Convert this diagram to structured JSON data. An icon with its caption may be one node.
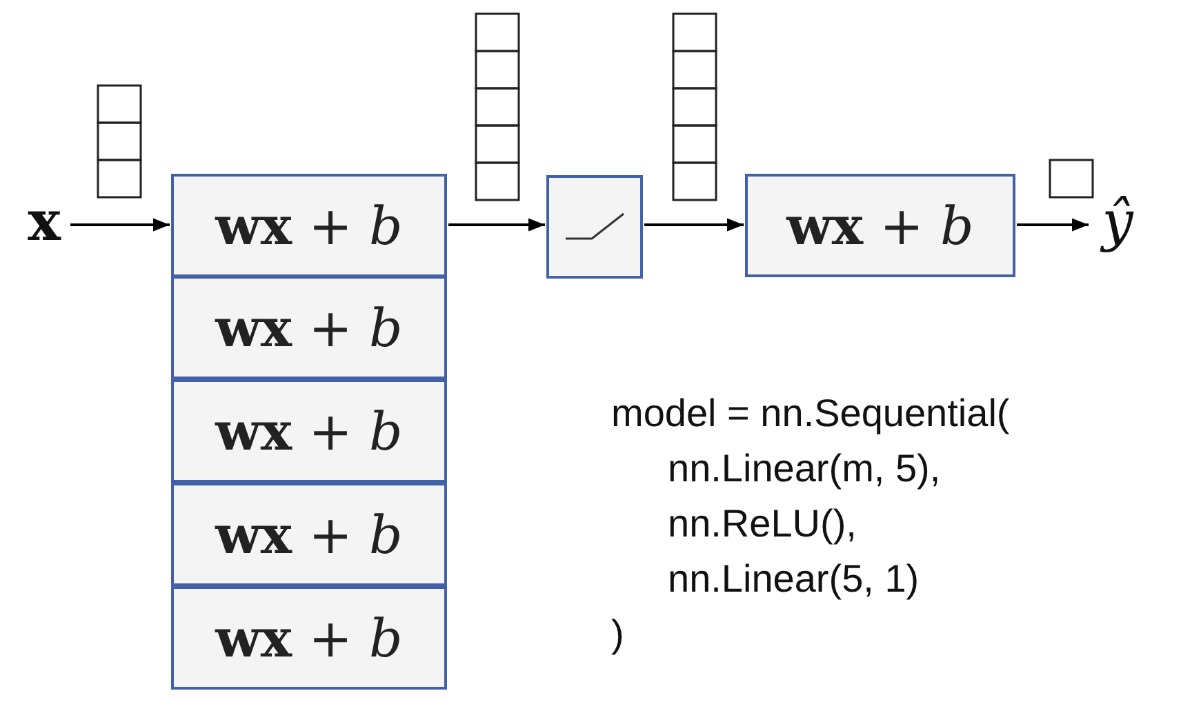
{
  "diagram": {
    "nodes": [
      {
        "text": [
          "x"
        ]
      },
      {
        "text": [
          "**wx** + *b*"
        ]
      },
      {
        "text": [
          "**wx** + *b*"
        ]
      },
      {
        "text": [
          "**wx** + *b*"
        ]
      },
      {
        "text": [
          "**wx** + *b*"
        ]
      },
      {
        "text": [
          "**wx** + *b*"
        ]
      },
      {
        "text": [],
        "shape": "box"
      },
      {
        "text": [
          "**wx** + *b*"
        ]
      },
      {
        "text": [
          "ŷ"
        ]
      }
    ],
    "edges": [
      {
        "from": 0,
        "to": 1,
        "arrow": "to"
      },
      {
        "from": 1,
        "to": 6,
        "arrow": "to"
      },
      {
        "from": 6,
        "to": 7,
        "arrow": "to"
      },
      {
        "from": 7,
        "to": 8,
        "arrow": "to"
      }
    ],
    "labels": [
      "model = nn.Sequential(",
      "nn.Linear(m, 5),",
      "nn.ReLU(),",
      "nn.Linear(5, 1)",
      ")"
    ]
  }
}
